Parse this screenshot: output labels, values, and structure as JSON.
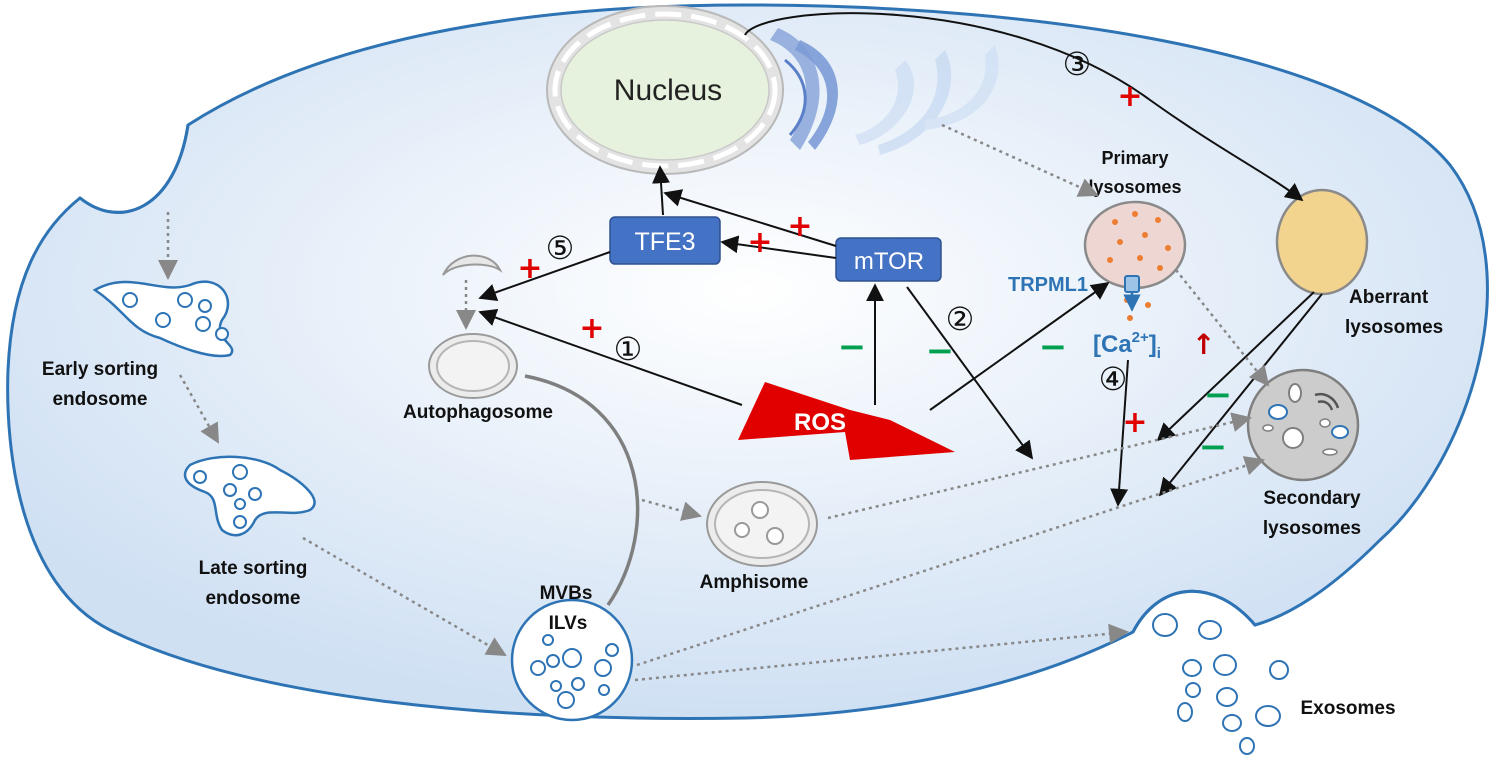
{
  "labels": {
    "nucleus": "Nucleus",
    "tfe3": "TFE3",
    "mtor": "mTOR",
    "ros": "ROS",
    "primary_lysosomes_1": "Primary",
    "primary_lysosomes_2": "lysosomes",
    "aberrant_lysosomes_1": "Aberrant",
    "aberrant_lysosomes_2": "lysosomes",
    "secondary_lysosomes_1": "Secondary",
    "secondary_lysosomes_2": "lysosomes",
    "trpml1": "TRPML1",
    "calcium_base": "[Ca",
    "calcium_sup": "2+",
    "calcium_close": "]",
    "calcium_sub": "i",
    "autophagosome": "Autophagosome",
    "amphisome": "Amphisome",
    "early_endosome_1": "Early sorting",
    "early_endosome_2": "endosome",
    "late_endosome_1": "Late sorting",
    "late_endosome_2": "endosome",
    "mvbs": "MVBs",
    "ilvs": "ILVs",
    "exosomes": "Exosomes"
  },
  "markers": {
    "m1": "①",
    "m2": "②",
    "m3": "③",
    "m4": "④",
    "m5": "⑤"
  },
  "signs": {
    "plus": "+",
    "minus": "−",
    "up_arrow": "↑"
  },
  "colors": {
    "cell_border": "#2e74b5",
    "cell_fill": "#eaf2fb",
    "box_fill": "#4472c4",
    "plus": "#e00000",
    "minus": "#00a050",
    "trpml1_text": "#2e74b5",
    "ros": "#e00000",
    "dotted": "#888888"
  }
}
